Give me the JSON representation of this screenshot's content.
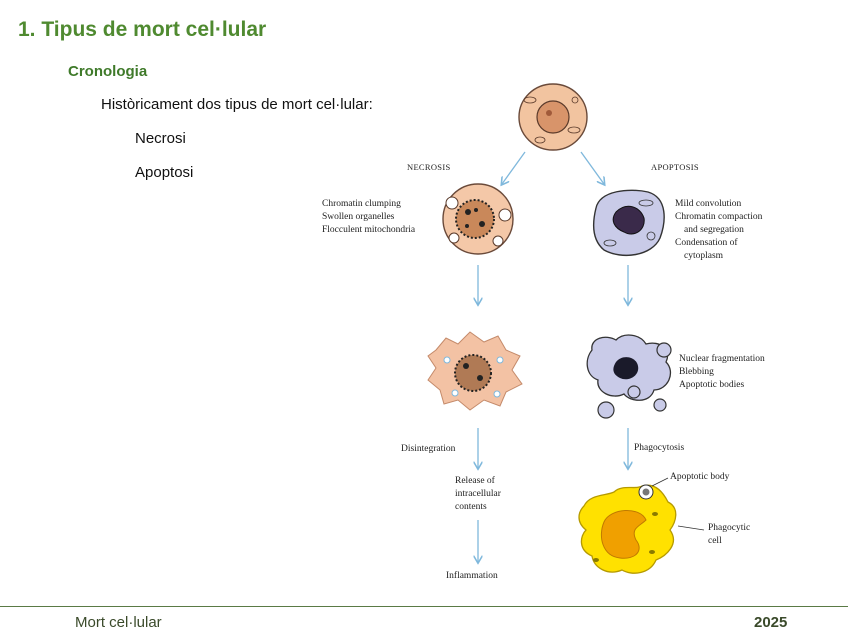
{
  "slide": {
    "title": "1. Tipus de mort cel·lular",
    "subtitle": "Cronologia",
    "intro": "Històricament dos tipus de mort cel·lular:",
    "types": [
      "Necrosi",
      "Apoptosi"
    ]
  },
  "diagram": {
    "necrosis_header": "NECROSIS",
    "apoptosis_header": "APOPTOSIS",
    "necrosis_stage1": [
      "Chromatin clumping",
      "Swollen organelles",
      "Flocculent mitochondria"
    ],
    "apoptosis_stage1": [
      "Mild convolution",
      "Chromatin compaction",
      "and segregation",
      "Condensation of",
      "cytoplasm"
    ],
    "apoptosis_stage2": [
      "Nuclear fragmentation",
      "Blebbing",
      "Apoptotic bodies"
    ],
    "disintegration": "Disintegration",
    "release": [
      "Release of",
      "intracellular",
      "contents"
    ],
    "inflammation": "Inflammation",
    "phagocytosis": "Phagocytosis",
    "apoptotic_body": "Apoptotic body",
    "phagocytic_cell": [
      "Phagocytic",
      "cell"
    ]
  },
  "footer": {
    "left": "Mort cel·lular",
    "right": "2025"
  }
}
